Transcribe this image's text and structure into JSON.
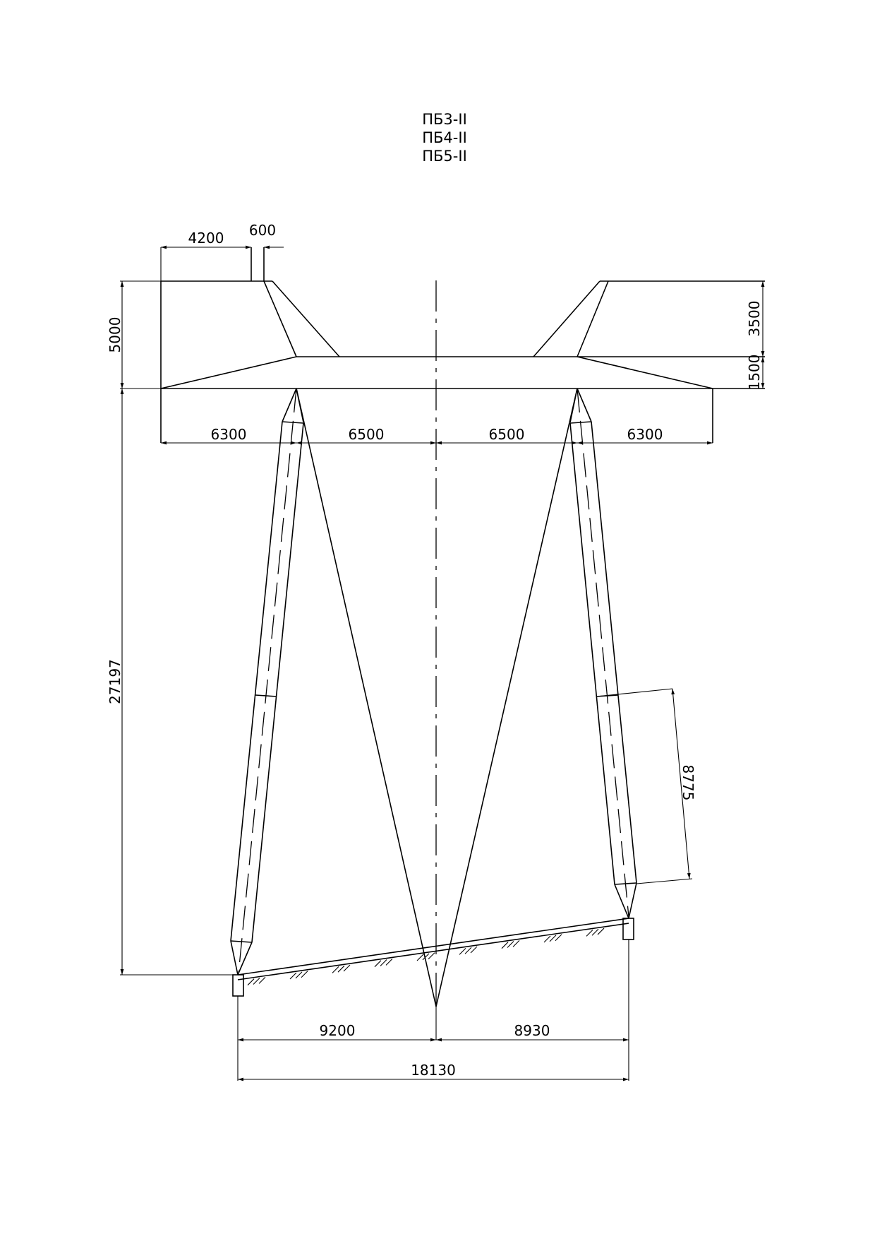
{
  "title_lines": [
    "ПБ3-II",
    "ПБ4-II",
    "ПБ5-II"
  ],
  "dimensions": {
    "d4200": "4200",
    "d600": "600",
    "d5000": "5000",
    "d3500": "3500",
    "d1500": "1500",
    "d6300_left": "6300",
    "d6500_left": "6500",
    "d6500_right": "6500",
    "d6300_right": "6300",
    "d27197": "27197",
    "d8775": "8775",
    "d9200": "9200",
    "d8930": "8930",
    "d18130": "18130"
  }
}
